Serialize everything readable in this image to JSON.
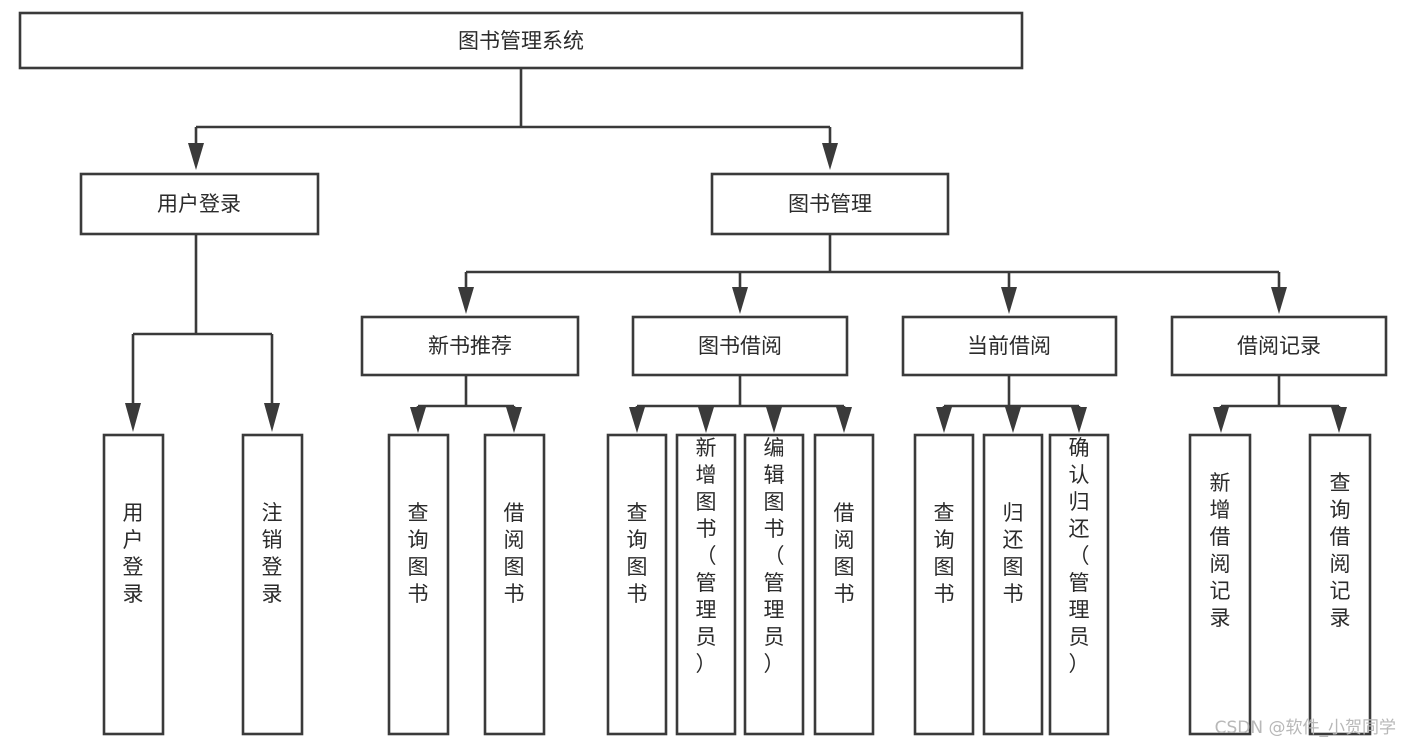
{
  "diagram": {
    "title": "图书管理系统",
    "orientation": "top-down",
    "background_color": "#ffffff",
    "box_stroke_color": "#3a3a3a",
    "box_fill_color": "#ffffff",
    "text_color": "#2b2b2b",
    "levels": {
      "root": {
        "label": "图书管理系统"
      },
      "level2": [
        {
          "label": "用户登录"
        },
        {
          "label": "图书管理"
        }
      ],
      "level3": [
        {
          "label": "新书推荐"
        },
        {
          "label": "图书借阅"
        },
        {
          "label": "当前借阅"
        },
        {
          "label": "借阅记录"
        }
      ],
      "leaves_user_login": [
        {
          "label": "用户登录"
        },
        {
          "label": "注销登录"
        }
      ],
      "leaves_new_book": [
        {
          "label": "查询图书"
        },
        {
          "label": "借阅图书"
        }
      ],
      "leaves_borrow": [
        {
          "label": "查询图书"
        },
        {
          "label": "新增图书（管理员）"
        },
        {
          "label": "编辑图书（管理员）"
        },
        {
          "label": "借阅图书"
        }
      ],
      "leaves_current": [
        {
          "label": "查询图书"
        },
        {
          "label": "归还图书"
        },
        {
          "label": "确认归还（管理员）"
        }
      ],
      "leaves_record": [
        {
          "label": "新增借阅记录"
        },
        {
          "label": "查询借阅记录"
        }
      ]
    }
  },
  "watermark": {
    "text": "CSDN @软件_小贺同学",
    "color": "#b8b8b8"
  }
}
